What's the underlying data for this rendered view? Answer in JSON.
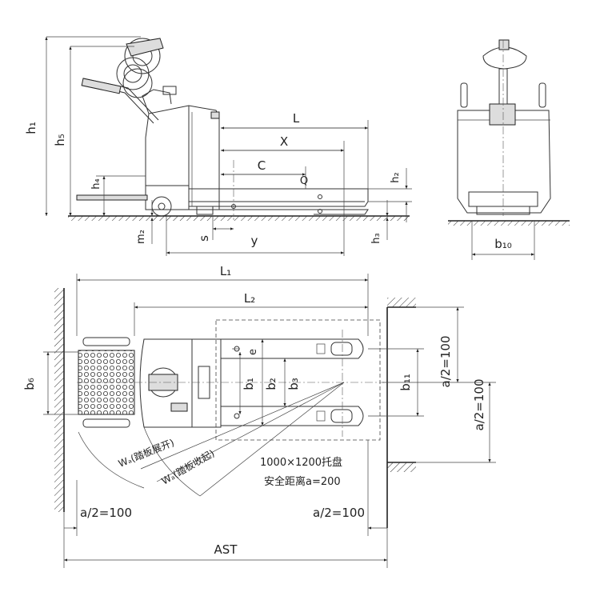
{
  "side_view": {
    "labels": {
      "h1": "h₁",
      "h5": "h₅",
      "h4": "h₄",
      "L": "L",
      "X": "X",
      "C": "C",
      "Q": "Q",
      "h2": "h₂",
      "m2": "m₂",
      "s": "s",
      "y": "y",
      "h3": "h₃"
    }
  },
  "rear_view": {
    "labels": {
      "b10": "b₁₀"
    }
  },
  "top_view": {
    "labels": {
      "L1": "L₁",
      "L2": "L₂",
      "e": "e",
      "b1": "b₁",
      "b2": "b₂",
      "b3": "b₃",
      "b6": "b₆",
      "b11": "b₁₁",
      "a2_right_top": "a/2=100",
      "a2_right_bottom": "a/2=100",
      "a2_bottom_left": "a/2=100",
      "a2_bottom_right": "a/2=100",
      "wa_open": "Wₐ(踏板展开)",
      "wa_closed": "Wₐ(踏板收起)",
      "pallet": "1000×1200托盘",
      "safety": "安全距离a=200",
      "ast": "AST"
    }
  }
}
